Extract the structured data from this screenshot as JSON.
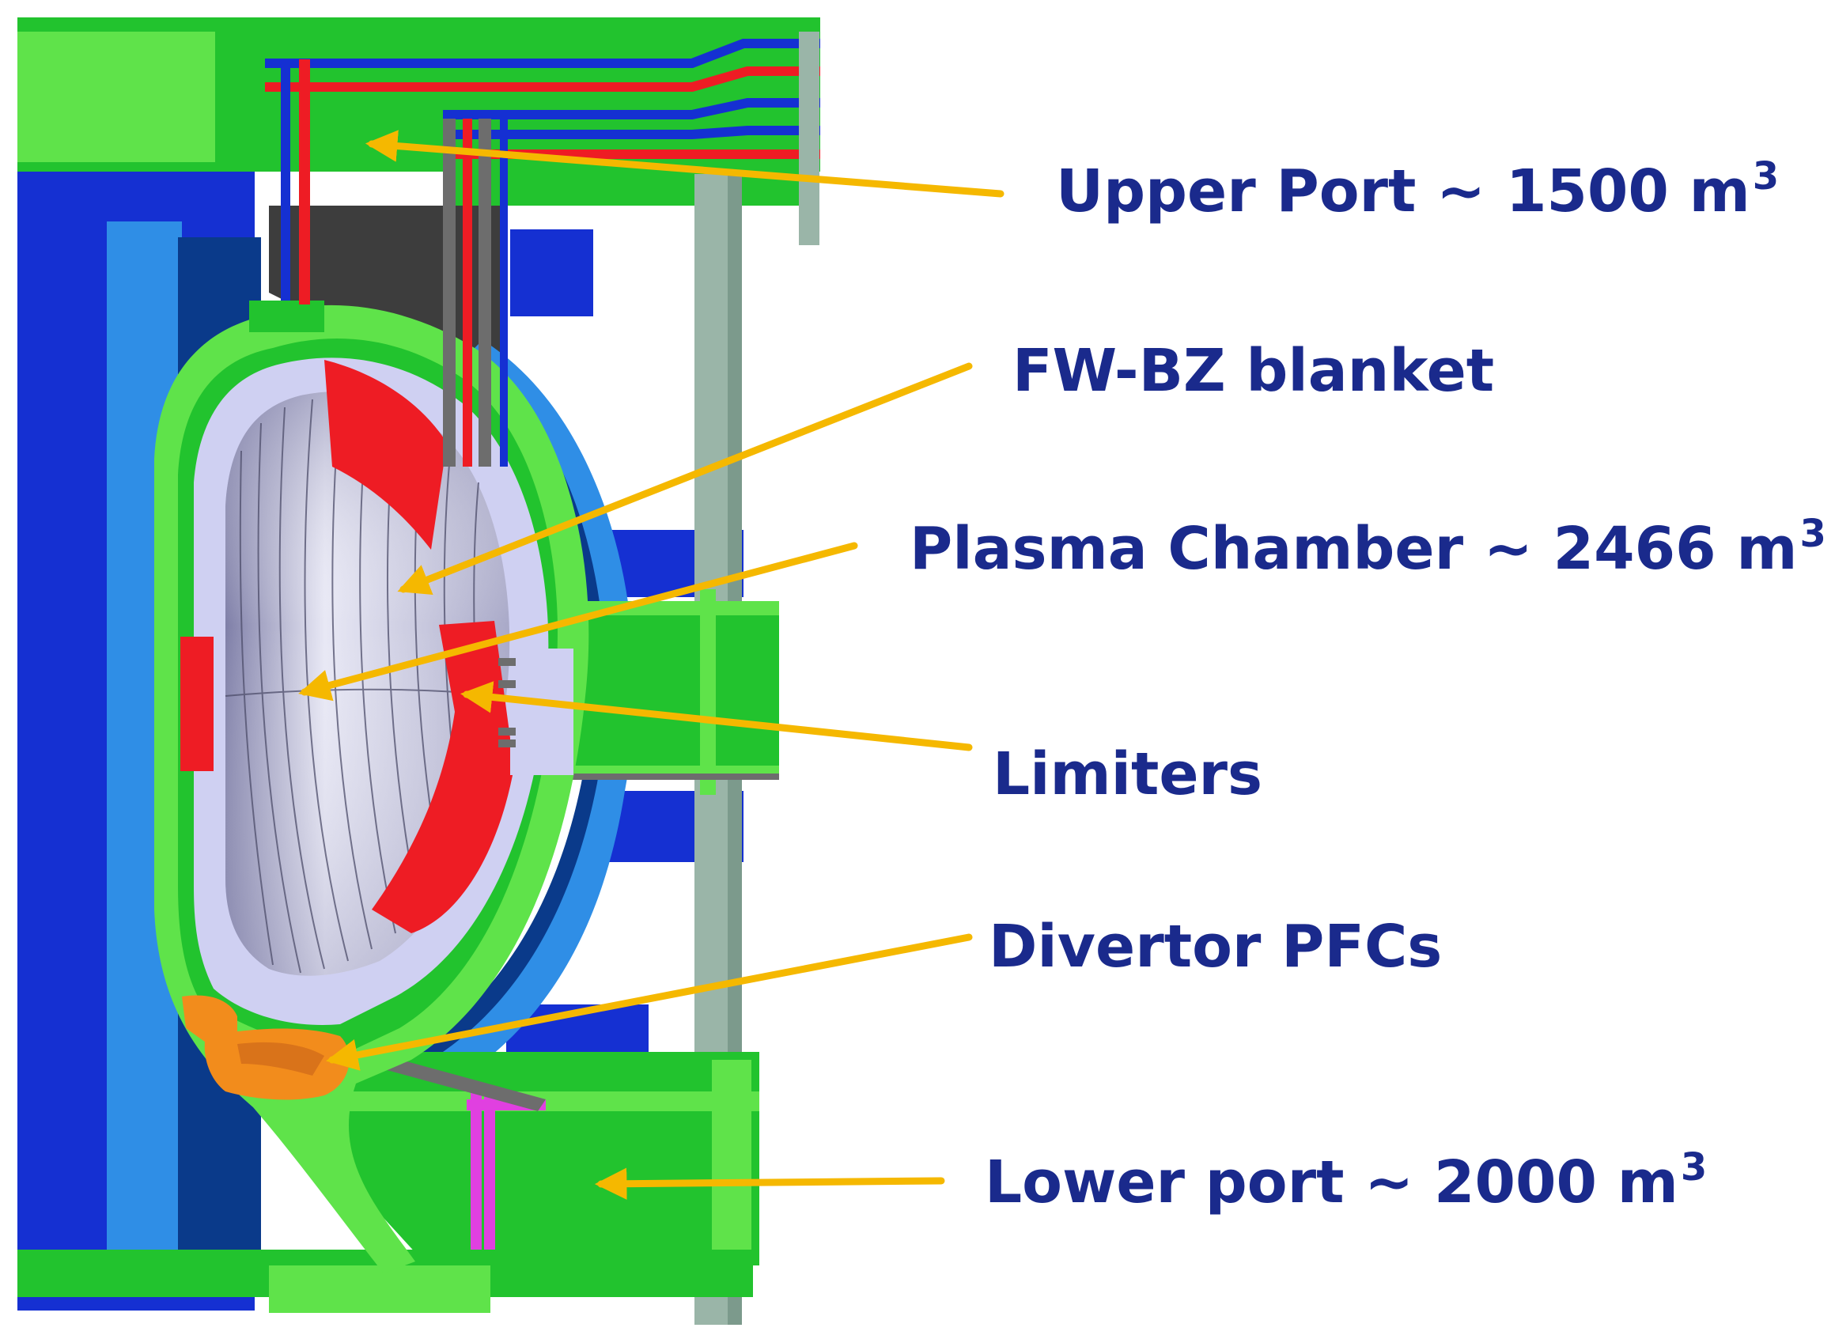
{
  "colors": {
    "label_text": "#1a2a8c",
    "arrow": "#f5b800",
    "structure_green": "#22c32e",
    "vessel_light_green": "#5fe34a",
    "deep_blue": "#1530d2",
    "mid_blue": "#2f8ee6",
    "navy": "#0a3a8a",
    "limiter_red": "#ee1c24",
    "divertor_orange": "#f28c1c",
    "blanket_lavender": "#cfd0f2",
    "dark_gray": "#3d3d3d",
    "support_gray_green": "#9ab5a8",
    "port_pink": "#e040e0"
  },
  "labels": [
    {
      "id": "upper-port",
      "text": "Upper Port ~ 1500 m",
      "sup": "3"
    },
    {
      "id": "fw-bz-blanket",
      "text": "FW-BZ blanket",
      "sup": ""
    },
    {
      "id": "plasma-chamber",
      "text": "Plasma Chamber ~ 2466 m",
      "sup": "3"
    },
    {
      "id": "limiters",
      "text": "Limiters",
      "sup": ""
    },
    {
      "id": "divertor-pfcs",
      "text": "Divertor PFCs",
      "sup": ""
    },
    {
      "id": "lower-port",
      "text": "Lower port ~ 2000 m",
      "sup": "3"
    }
  ]
}
